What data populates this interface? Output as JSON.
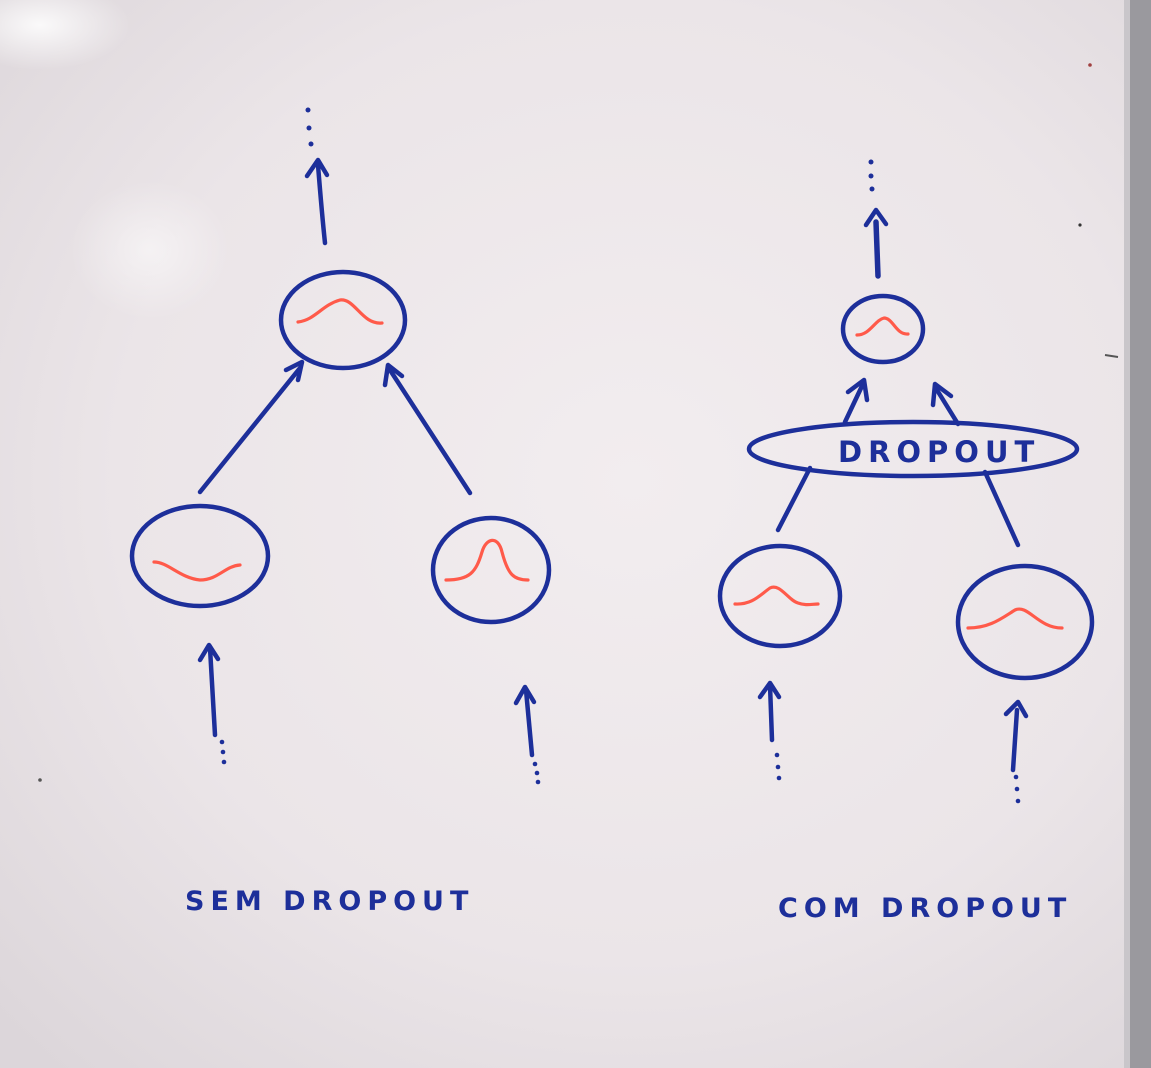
{
  "left_panel": {
    "caption": "SEM DROPOUT"
  },
  "right_panel": {
    "caption": "COM DROPOUT",
    "dropout_label": "DROPOUT"
  },
  "colors": {
    "board": "#e9e4e6",
    "ink_blue": "#1d2f9a",
    "ink_red": "#ff5a4a",
    "frame": "#8f8f95"
  }
}
